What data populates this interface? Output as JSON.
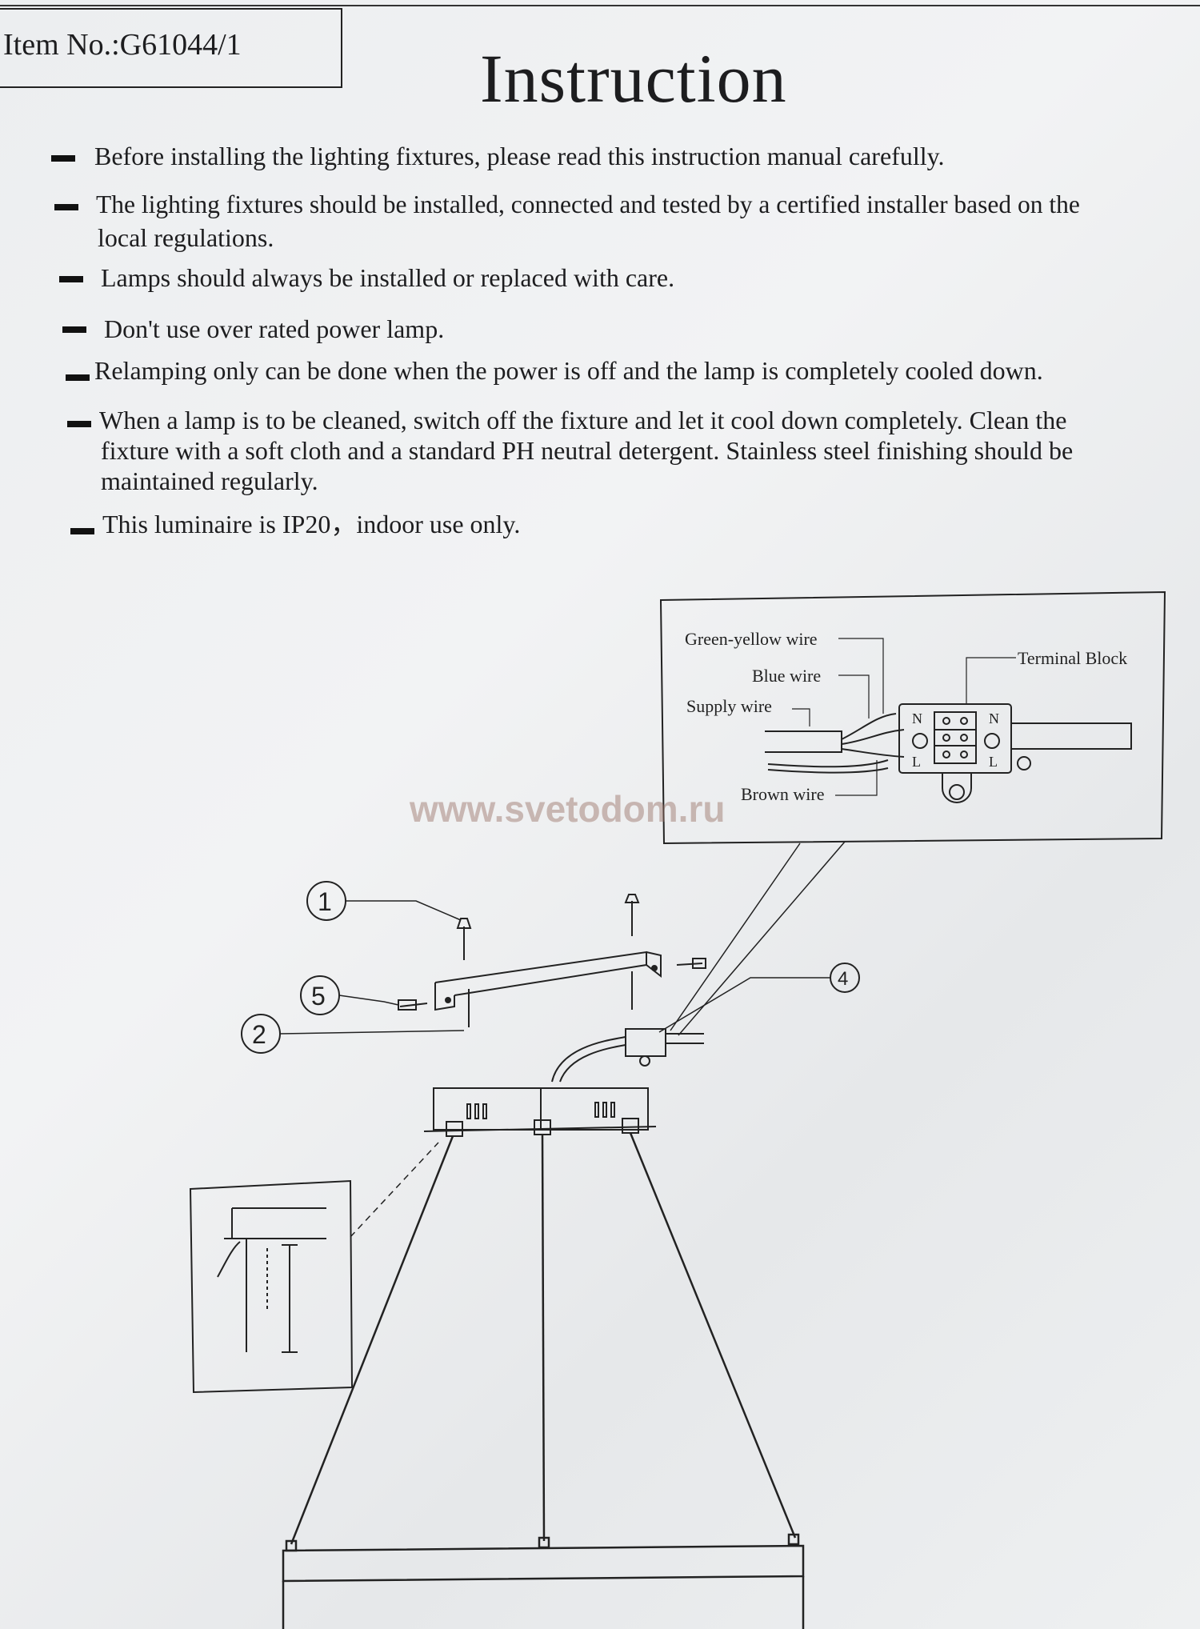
{
  "header": {
    "item_no": "Item No.:G61044/1",
    "title": "Instruction"
  },
  "instructions": [
    "Before installing the lighting fixtures, please read this instruction manual carefully.",
    "The lighting fixtures should be installed, connected and tested by a certified installer based on the",
    "local regulations.",
    "Lamps should always be installed or replaced with care.",
    "Don't use over rated power lamp.",
    "Relamping only can be done when the power is off and the lamp is completely cooled down.",
    "When a lamp is to be cleaned, switch off the fixture and  let it cool down completely. Clean the",
    "fixture with a soft cloth and a standard PH neutral detergent. Stainless steel finishing should be",
    "maintained regularly.",
    "This luminaire is IP20，indoor use only."
  ],
  "wiring_diagram": {
    "green_yellow": "Green-yellow wire",
    "blue": "Blue wire",
    "supply": "Supply wire",
    "brown": "Brown wire",
    "terminal": "Terminal Block",
    "n_left": "N",
    "n_right": "N",
    "l_left": "L",
    "l_right": "L"
  },
  "parts": {
    "p1": "1",
    "p2": "2",
    "p4": "4",
    "p5": "5"
  },
  "watermark": "www.svetodom.ru"
}
